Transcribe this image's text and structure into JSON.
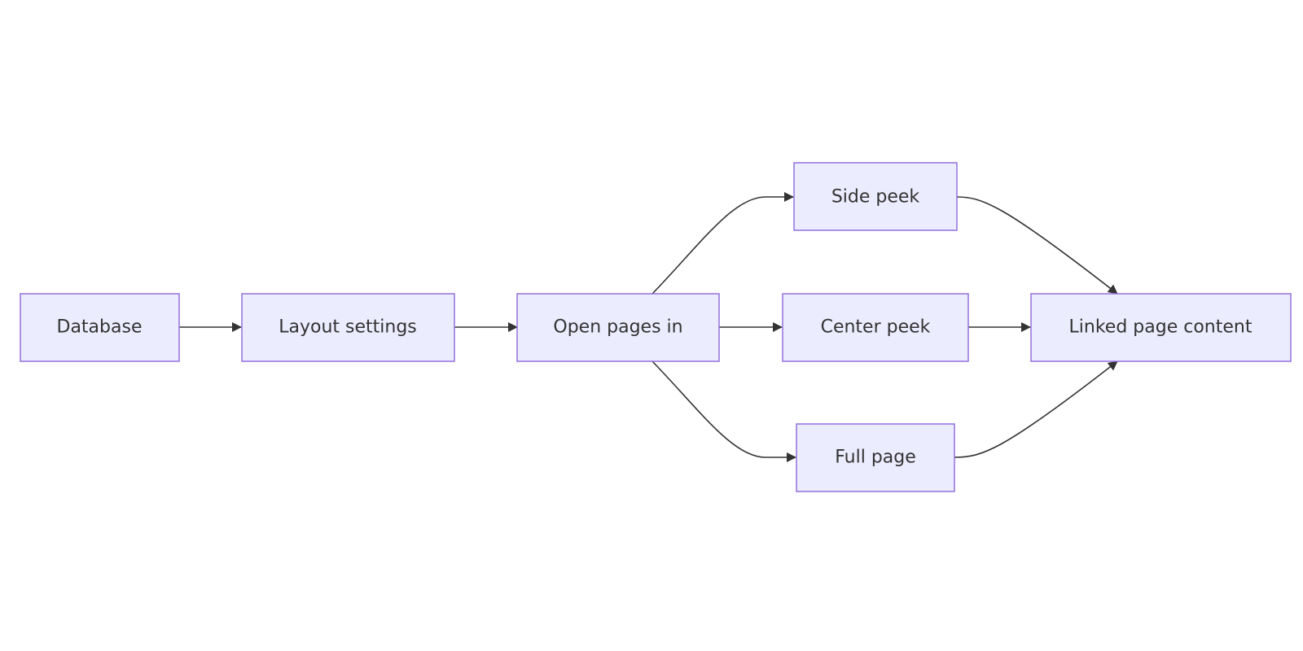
{
  "colors": {
    "background": "#ffffff",
    "node_fill": "#ececff",
    "node_stroke": "#9370db",
    "text": "#333333",
    "edge": "#333333"
  },
  "nodes": {
    "database": "Database",
    "layout_settings": "Layout settings",
    "open_pages_in": "Open pages in",
    "side_peek": "Side peek",
    "center_peek": "Center peek",
    "full_page": "Full page",
    "linked_page_content": "Linked page content"
  },
  "edges": [
    {
      "from": "database",
      "to": "layout_settings"
    },
    {
      "from": "layout_settings",
      "to": "open_pages_in"
    },
    {
      "from": "open_pages_in",
      "to": "side_peek"
    },
    {
      "from": "open_pages_in",
      "to": "center_peek"
    },
    {
      "from": "open_pages_in",
      "to": "full_page"
    },
    {
      "from": "side_peek",
      "to": "linked_page_content"
    },
    {
      "from": "center_peek",
      "to": "linked_page_content"
    },
    {
      "from": "full_page",
      "to": "linked_page_content"
    }
  ]
}
